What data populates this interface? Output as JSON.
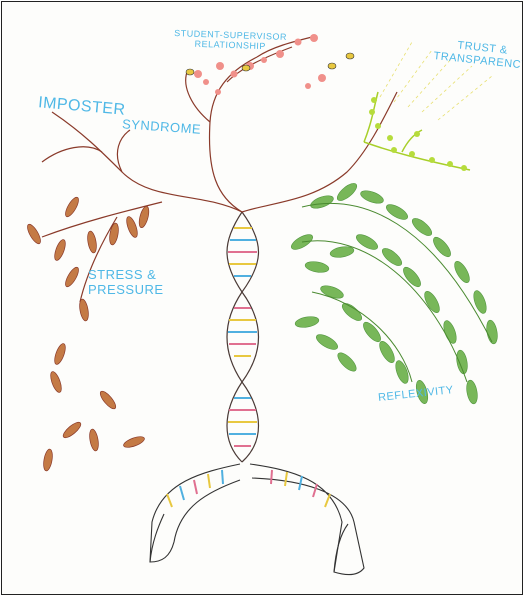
{
  "labels": {
    "student_supervisor": [
      "STUDENT-SUPERVISOR",
      "RELATIONSHIP"
    ],
    "trust": [
      "TRUST &",
      "TRANSPARENCY"
    ],
    "imposter": "IMPOSTER",
    "syndrome": "SYNDROME",
    "stress": [
      "STRESS &",
      "PRESSURE"
    ],
    "reflexivity": "REFLEXIVITY"
  },
  "colors": {
    "label_blue": "#4fb8e6",
    "branch_brown": "#8a3a2a",
    "leaf_green": "#5aa83a",
    "leaf_light": "#b6dc3c",
    "dry_leaf": "#b86a3a",
    "blossom": "#f0908a"
  }
}
